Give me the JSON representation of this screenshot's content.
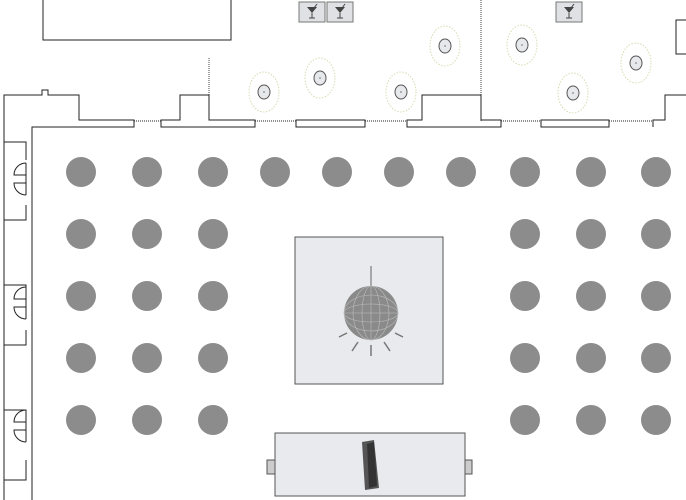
{
  "colors": {
    "table": "#8c8c8c",
    "wall": "#222222",
    "dance_floor": "#e8eaed",
    "stage": "#e8eaed",
    "cocktail_ring": "#d6dcb0",
    "cocktail_table": "#e6e8ec"
  },
  "layout_counts": {
    "round_tables": 34,
    "cocktail_tables": 7,
    "bars": 3
  },
  "icons": [
    "cocktail-glass-icon",
    "disco-ball-icon",
    "speaker-icon",
    "door-swing-icon"
  ]
}
